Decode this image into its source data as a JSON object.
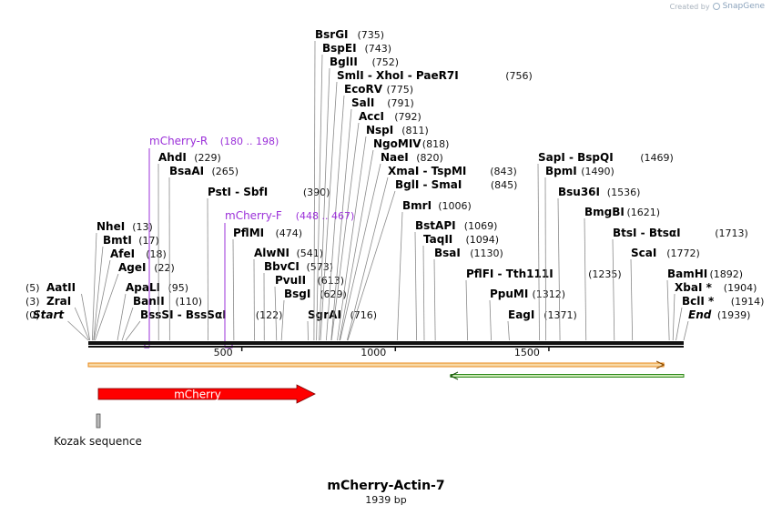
{
  "watermark": {
    "created_by": "Created by",
    "brand": "SnapGene"
  },
  "plasmid": {
    "name": "mCherry-Actin-7",
    "length_label": "1939 bp",
    "length": 1939
  },
  "colors": {
    "primer": "#9b30d9",
    "mcherry": "#ff0000",
    "orange_feature": "#e88a1c",
    "green_feature": "#2f8a1c"
  },
  "ruler": {
    "ticks": [
      500,
      1000,
      1500
    ]
  },
  "primers": [
    {
      "name": "mCherry-R",
      "range": "(180 .. 198)",
      "start": 180,
      "end": 198,
      "direction": "reverse"
    },
    {
      "name": "mCherry-F",
      "range": "(448 .. 467)",
      "start": 448,
      "end": 467,
      "direction": "forward"
    }
  ],
  "features": [
    {
      "name": "mCherry",
      "start": 30,
      "end": 740,
      "kind": "arrow",
      "color": "#ff0000"
    },
    {
      "name": "Kozak sequence",
      "start": 25,
      "end": 35,
      "kind": "box"
    }
  ],
  "enzymes": [
    {
      "names": [
        "Start"
      ],
      "pos": "(0)",
      "cut": 0,
      "italic": true,
      "side": "left"
    },
    {
      "names": [
        "ZraI"
      ],
      "pos": "(3)",
      "cut": 3,
      "side": "left"
    },
    {
      "names": [
        "AatII"
      ],
      "pos": "(5)",
      "cut": 5,
      "side": "left"
    },
    {
      "names": [
        "NheI"
      ],
      "pos": "(13)",
      "cut": 13
    },
    {
      "names": [
        "BmtI"
      ],
      "pos": "(17)",
      "cut": 17
    },
    {
      "names": [
        "AfeI"
      ],
      "pos": "(18)",
      "cut": 18
    },
    {
      "names": [
        "AgeI"
      ],
      "pos": "(22)",
      "cut": 22
    },
    {
      "names": [
        "ApaLI"
      ],
      "pos": "(95)",
      "cut": 95
    },
    {
      "names": [
        "BanII"
      ],
      "pos": "(110)",
      "cut": 110
    },
    {
      "names": [
        "BssSI",
        "BssSαI"
      ],
      "pos": "(122)",
      "cut": 122
    },
    {
      "names": [
        "AhdI"
      ],
      "pos": "(229)",
      "cut": 229
    },
    {
      "names": [
        "BsaAI"
      ],
      "pos": "(265)",
      "cut": 265
    },
    {
      "names": [
        "PstI",
        "SbfI"
      ],
      "pos": "(390)",
      "cut": 390
    },
    {
      "names": [
        "PflMI"
      ],
      "pos": "(474)",
      "cut": 474
    },
    {
      "names": [
        "AlwNI"
      ],
      "pos": "(541)",
      "cut": 541
    },
    {
      "names": [
        "BbvCI"
      ],
      "pos": "(573)",
      "cut": 573
    },
    {
      "names": [
        "PvuII"
      ],
      "pos": "(613)",
      "cut": 613
    },
    {
      "names": [
        "BsgI"
      ],
      "pos": "(629)",
      "cut": 629
    },
    {
      "names": [
        "SgrAI"
      ],
      "pos": "(716)",
      "cut": 716
    },
    {
      "names": [
        "BsrGI"
      ],
      "pos": "(735)",
      "cut": 735
    },
    {
      "names": [
        "BspEI"
      ],
      "pos": "(743)",
      "cut": 743
    },
    {
      "names": [
        "BglII"
      ],
      "pos": "(752)",
      "cut": 752
    },
    {
      "names": [
        "SmlI",
        "XhoI",
        "PaeR7I"
      ],
      "pos": "(756)",
      "cut": 756
    },
    {
      "names": [
        "EcoRV"
      ],
      "pos": "(775)",
      "cut": 775
    },
    {
      "names": [
        "SalI"
      ],
      "pos": "(791)",
      "cut": 791
    },
    {
      "names": [
        "AccI"
      ],
      "pos": "(792)",
      "cut": 792
    },
    {
      "names": [
        "NspI"
      ],
      "pos": "(811)",
      "cut": 811
    },
    {
      "names": [
        "NgoMIV"
      ],
      "pos": "(818)",
      "cut": 818
    },
    {
      "names": [
        "NaeI"
      ],
      "pos": "(820)",
      "cut": 820
    },
    {
      "names": [
        "XmaI",
        "TspMI"
      ],
      "pos": "(843)",
      "cut": 843
    },
    {
      "names": [
        "BglI",
        "SmaI"
      ],
      "pos": "(845)",
      "cut": 845
    },
    {
      "names": [
        "BmrI"
      ],
      "pos": "(1006)",
      "cut": 1006
    },
    {
      "names": [
        "BstAPI"
      ],
      "pos": "(1069)",
      "cut": 1069
    },
    {
      "names": [
        "TaqII"
      ],
      "pos": "(1094)",
      "cut": 1094
    },
    {
      "names": [
        "BsaI"
      ],
      "pos": "(1130)",
      "cut": 1130
    },
    {
      "names": [
        "PflFI",
        "Tth111I"
      ],
      "pos": "(1235)",
      "cut": 1235
    },
    {
      "names": [
        "PpuMI"
      ],
      "pos": "(1312)",
      "cut": 1312
    },
    {
      "names": [
        "EagI"
      ],
      "pos": "(1371)",
      "cut": 1371
    },
    {
      "names": [
        "SapI",
        "BspQI"
      ],
      "pos": "(1469)",
      "cut": 1469
    },
    {
      "names": [
        "BpmI"
      ],
      "pos": "(1490)",
      "cut": 1490
    },
    {
      "names": [
        "Bsu36I"
      ],
      "pos": "(1536)",
      "cut": 1536
    },
    {
      "names": [
        "BmgBI"
      ],
      "pos": "(1621)",
      "cut": 1621
    },
    {
      "names": [
        "BtsI",
        "BtsαI"
      ],
      "pos": "(1713)",
      "cut": 1713
    },
    {
      "names": [
        "ScaI"
      ],
      "pos": "(1772)",
      "cut": 1772
    },
    {
      "names": [
        "BamHI"
      ],
      "pos": "(1892)",
      "cut": 1892
    },
    {
      "names": [
        "XbaI *"
      ],
      "pos": "(1904)",
      "cut": 1904
    },
    {
      "names": [
        "BclI *"
      ],
      "pos": "(1914)",
      "cut": 1914
    },
    {
      "names": [
        "End"
      ],
      "pos": "(1939)",
      "cut": 1939,
      "italic": true
    }
  ]
}
